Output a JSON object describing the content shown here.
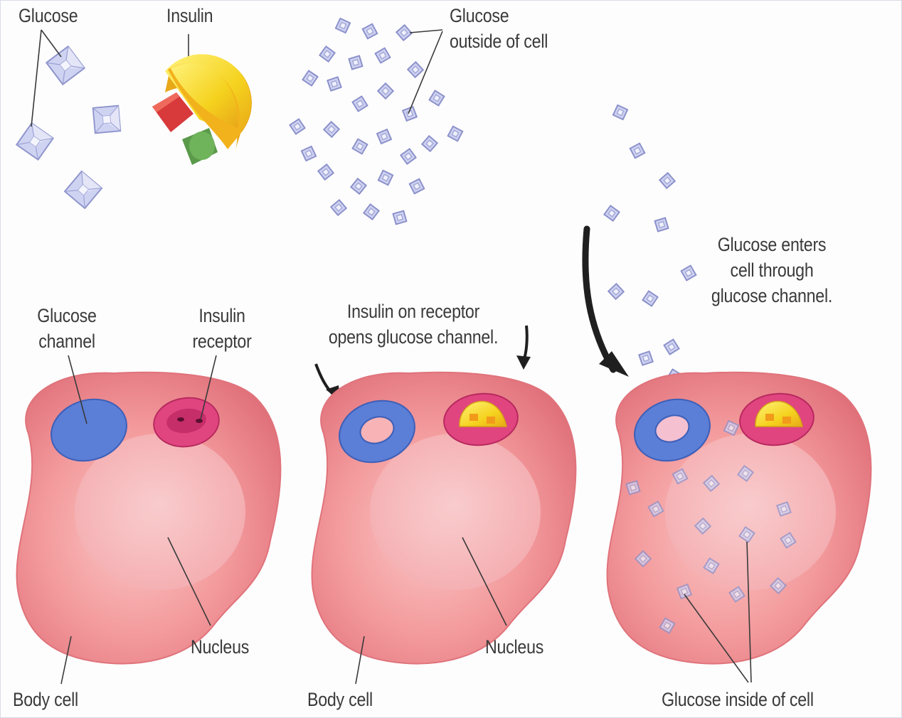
{
  "labels": {
    "glucose": "Glucose",
    "insulin": "Insulin",
    "glucose_outside": "Glucose\noutside of cell",
    "glucose_channel": "Glucose\nchannel",
    "insulin_receptor": "Insulin\nreceptor",
    "insulin_on_receptor": "Insulin on receptor\nopens glucose channel.",
    "glucose_enters": "Glucose enters\ncell through\nglucose channel.",
    "nucleus_1": "Nucleus",
    "nucleus_2": "Nucleus",
    "body_cell_1": "Body cell",
    "body_cell_2": "Body cell",
    "glucose_inside": "Glucose inside of cell"
  },
  "colors": {
    "cell_fill": "#f08a8e",
    "cell_light": "#fbc3c3",
    "cell_edge": "#d86a72",
    "nucleus": "#f6b8bc",
    "channel_blue": "#5b7ed6",
    "channel_blue_dark": "#3c5fb8",
    "receptor_pink": "#e0457f",
    "insulin_yellow": "#f5d21e",
    "insulin_orange": "#f29a1a",
    "insulin_red": "#d8393b",
    "insulin_green": "#5a9a4a",
    "glucose_fill": "#c9cdee",
    "glucose_stroke": "#8c93cc",
    "label_text": "#3a3a3a",
    "arrow": "#1f1f1f"
  }
}
